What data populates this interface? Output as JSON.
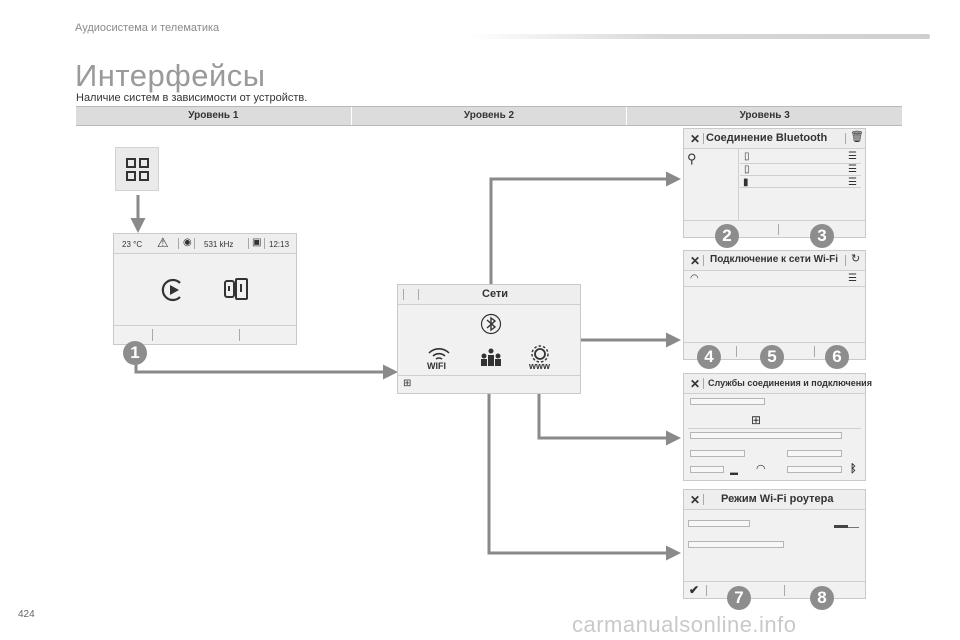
{
  "header": {
    "section_title": "Аудиосистема и телематика",
    "page_title": "Интерфейсы",
    "subtitle": "Наличие систем в зависимости от устройств."
  },
  "levels": [
    "Уровень 1",
    "Уровень 2",
    "Уровень 3"
  ],
  "home_screen": {
    "temperature": "23 °C",
    "frequency": "531 kHz",
    "time": "12:13",
    "badge": "1"
  },
  "networks_screen": {
    "title": "Сети",
    "wifi_label": "WIFI",
    "www_label": "www"
  },
  "bluetooth_screen": {
    "title": "Соединение Bluetooth",
    "badges": [
      "2",
      "3"
    ]
  },
  "wifi_screen": {
    "title": "Подключение к сети Wi-Fi",
    "badges": [
      "4",
      "5",
      "6"
    ]
  },
  "services_screen": {
    "title": "Службы соединения и подключения"
  },
  "hotspot_screen": {
    "title": "Режим Wi-Fi роутера",
    "badges": [
      "7",
      "8"
    ]
  },
  "footer": {
    "page_number": "424",
    "watermark": "carmanualsonline.info"
  },
  "colors": {
    "arrow": "#8a8a8a",
    "badge": "#8d8d8d",
    "screen_bg": "#f1f1f1"
  }
}
